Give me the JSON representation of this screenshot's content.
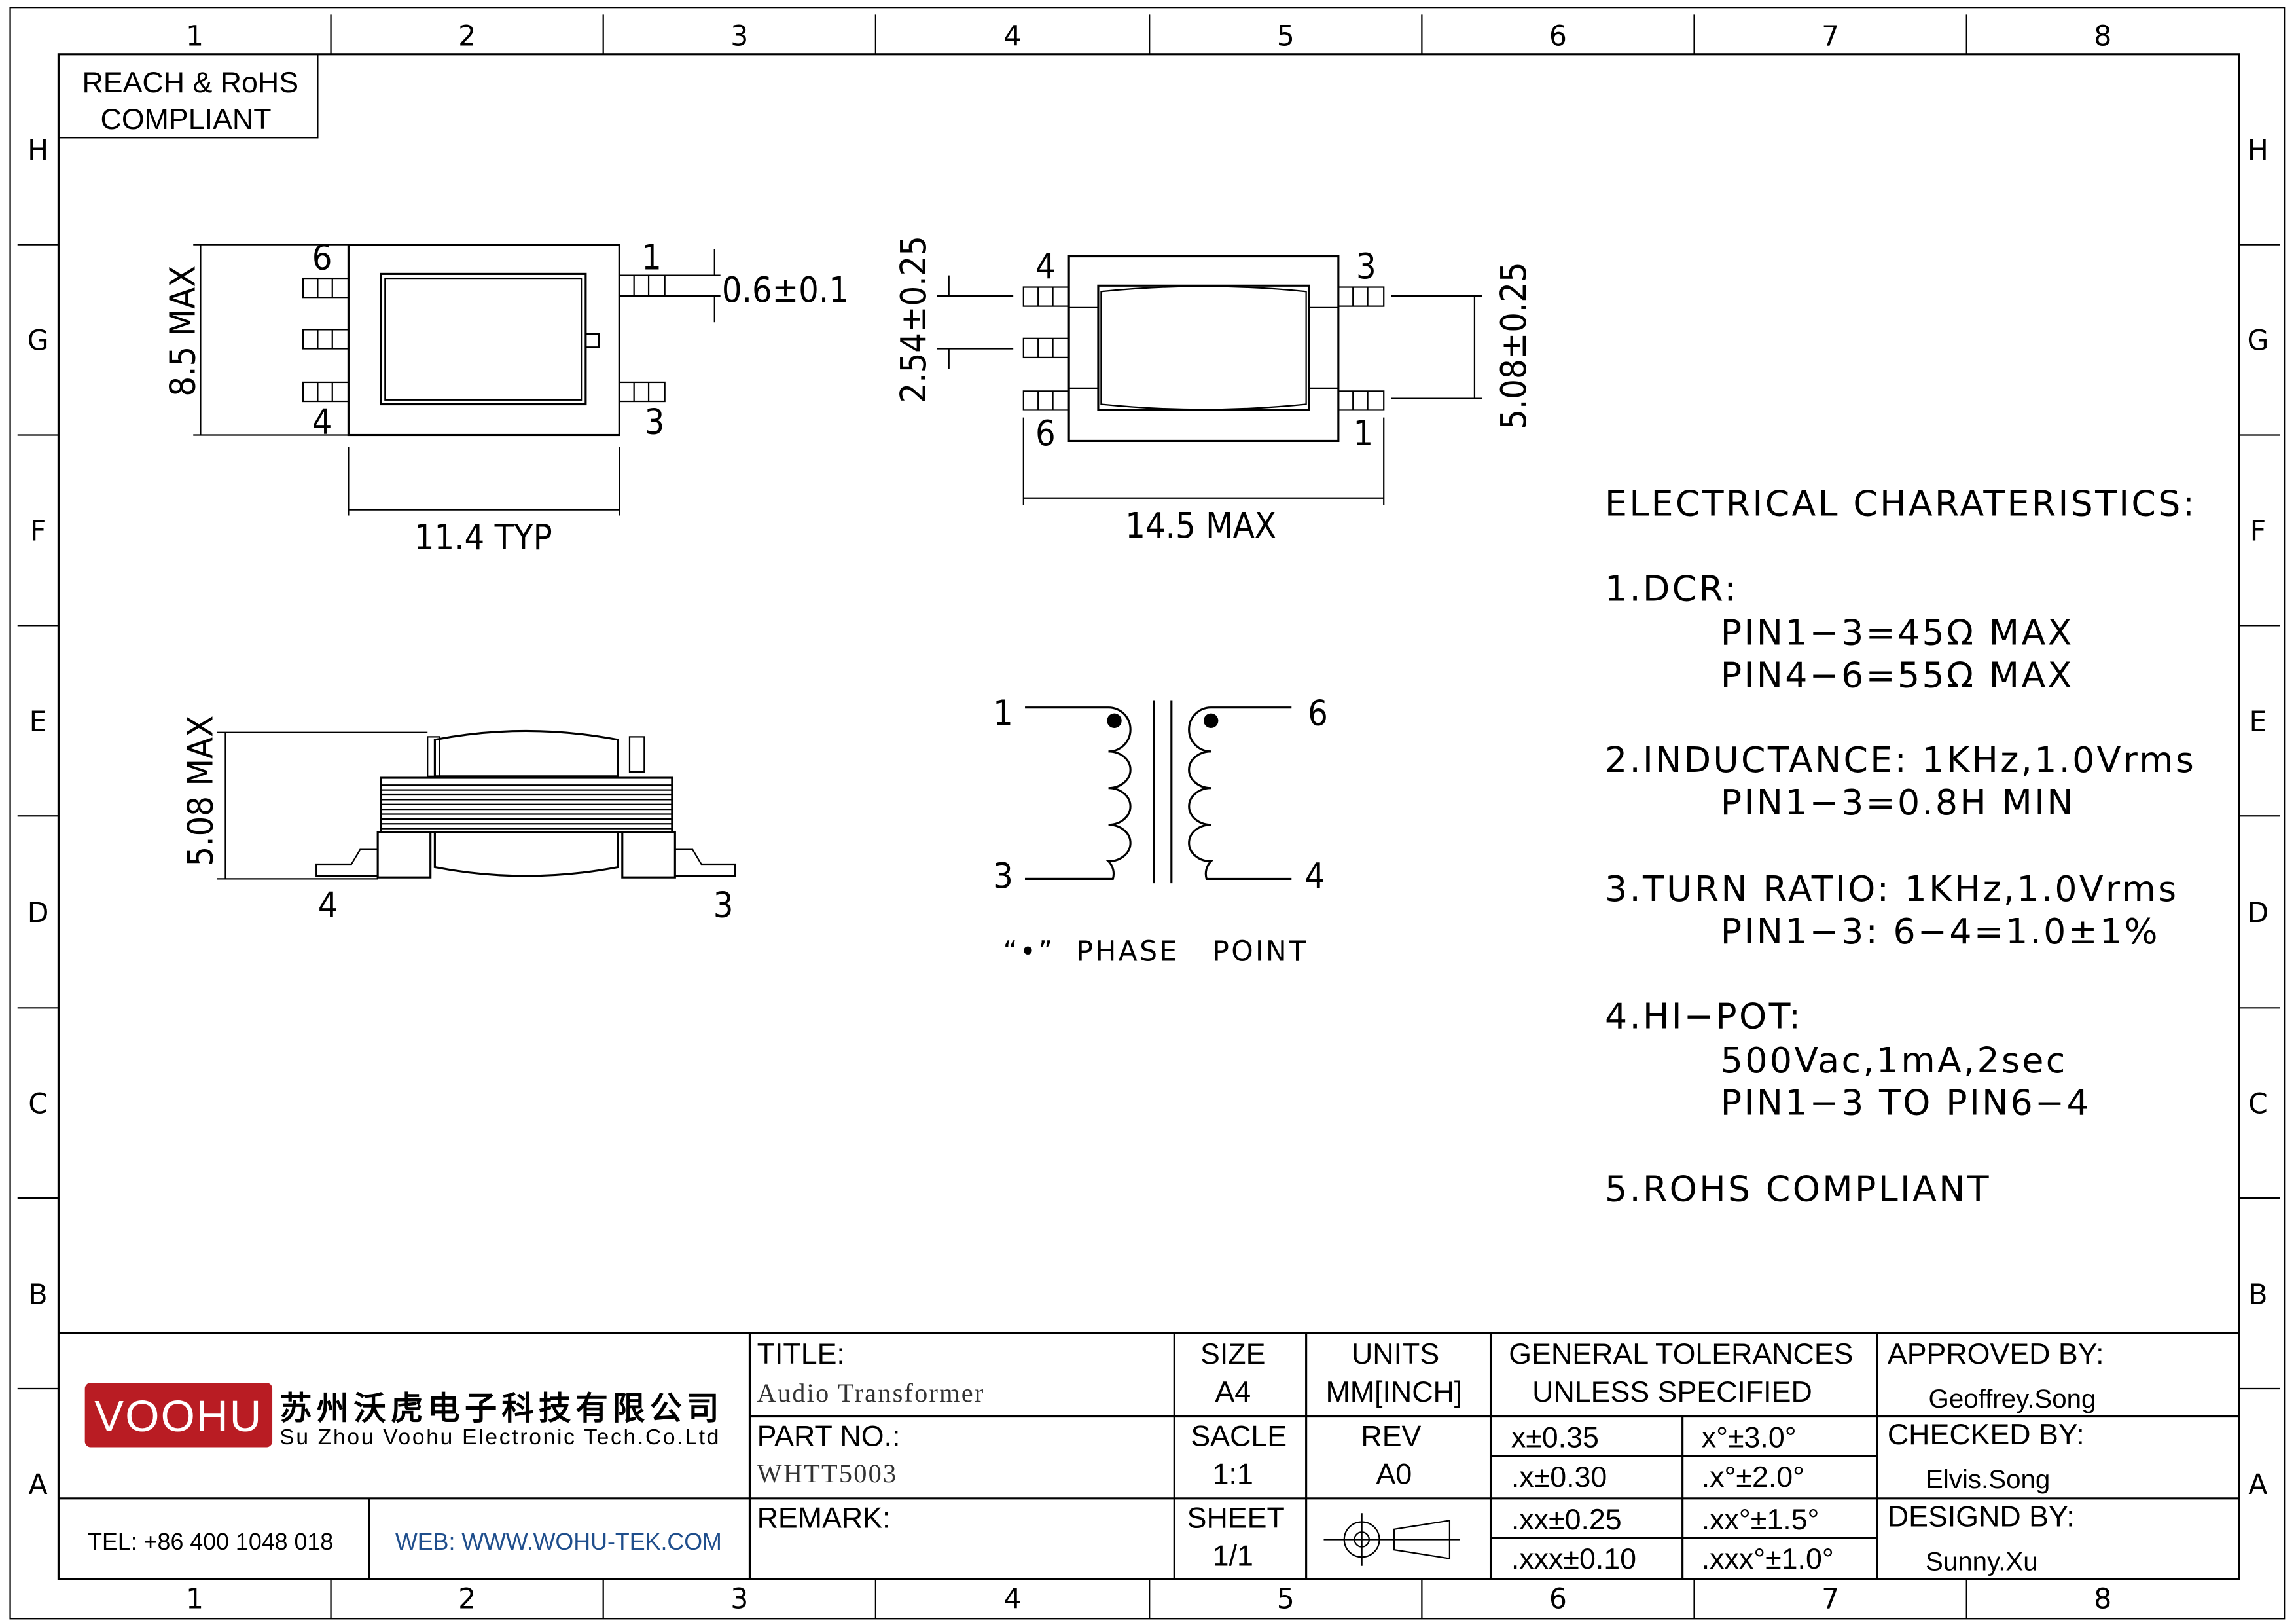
{
  "frame": {
    "columns": [
      "1",
      "2",
      "3",
      "4",
      "5",
      "6",
      "7",
      "8"
    ],
    "rows": [
      "H",
      "G",
      "F",
      "E",
      "D",
      "C",
      "B",
      "A"
    ]
  },
  "compliance_box": {
    "line1": "REACH & RoHS",
    "line2": "COMPLIANT"
  },
  "top_view": {
    "pins": [
      "6",
      "4",
      "1",
      "3"
    ],
    "height_dim": "8.5 MAX",
    "width_dim": "11.4 TYP",
    "pin_dim": "0.6±0.1"
  },
  "bottom_view": {
    "pins": [
      "4",
      "3",
      "6",
      "1"
    ],
    "pitch_dim": "2.54±0.25",
    "span_dim": "5.08±0.25",
    "length_dim": "14.5 MAX"
  },
  "side_view": {
    "pins": [
      "4",
      "3"
    ],
    "height_dim": "5.08 MAX"
  },
  "schematic": {
    "pins": [
      "1",
      "3",
      "6",
      "4"
    ],
    "legend_quote": "“•”",
    "legend": "PHASE   POINT"
  },
  "electrical": {
    "heading": "ELECTRICAL  CHARATERISTICS:",
    "lines": [
      {
        "text": "1.DCR:",
        "indent": false
      },
      {
        "text": "PIN1−3=45Ω  MAX",
        "indent": true
      },
      {
        "text": "PIN4−6=55Ω  MAX",
        "indent": true
      },
      {
        "text": "2.INDUCTANCE: 1KHz,1.0Vrms",
        "indent": false
      },
      {
        "text": "PIN1−3=0.8H  MIN",
        "indent": true
      },
      {
        "text": "3.TURN  RATIO: 1KHz,1.0Vrms",
        "indent": false
      },
      {
        "text": "PIN1−3: 6−4=1.0±1%",
        "indent": true
      },
      {
        "text": "4.HI−POT:",
        "indent": false
      },
      {
        "text": "500Vac,1mA,2sec",
        "indent": true
      },
      {
        "text": "PIN1−3  TO  PIN6−4",
        "indent": true
      },
      {
        "text": "5.ROHS  COMPLIANT",
        "indent": false
      }
    ]
  },
  "title_block": {
    "logo_text": "VOOHU",
    "company_cn": "苏州沃虎电子科技有限公司",
    "company_en": "Su Zhou Voohu Electronic Tech.Co.Ltd",
    "tel": "TEL: +86 400 1048 018",
    "web": "WEB: WWW.WOHU-TEK.COM",
    "title_label": "TITLE:",
    "title_value": "Audio Transformer",
    "part_label": "PART NO.:",
    "part_value": "WHTT5003",
    "remark_label": "REMARK:",
    "size_label": "SIZE",
    "size_value": "A4",
    "units_label": "UNITS",
    "units_value": "MM[INCH]",
    "scale_label": "SACLE",
    "scale_value": "1:1",
    "rev_label": "REV",
    "rev_value": "A0",
    "sheet_label": "SHEET",
    "sheet_value": "1/1",
    "tol_heading1": "GENERAL TOLERANCES",
    "tol_heading2": "UNLESS SPECIFIED",
    "tolerances": [
      [
        "x±0.35",
        "x°±3.0°"
      ],
      [
        ".x±0.30",
        ".x°±2.0°"
      ],
      [
        ".xx±0.25",
        ".xx°±1.5°"
      ],
      [
        ".xxx±0.10",
        ".xxx°±1.0°"
      ]
    ],
    "approved_label": "APPROVED BY:",
    "approved_value": "Geoffrey.Song",
    "checked_label": "CHECKED BY:",
    "checked_value": "Elvis.Song",
    "designed_label": "DESIGND BY:",
    "designed_value": "Sunny.Xu"
  },
  "colors": {
    "logo_red": "#b91c23",
    "web_blue": "#1f4e8c"
  }
}
